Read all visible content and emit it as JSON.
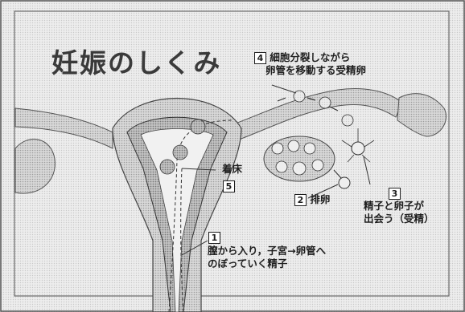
{
  "title": "妊娠のしくみ",
  "steps": [
    {
      "number": "1",
      "lines": [
        "膣から入り，子宮→卵管へ",
        "のぼっていく精子"
      ]
    },
    {
      "number": "2",
      "lines": [
        "排卵"
      ]
    },
    {
      "number": "3",
      "lines": [
        "精子と卵子が",
        "出会う（受精）"
      ]
    },
    {
      "number": "4",
      "lines": [
        "細胞分裂しながら",
        "卵管を移動する受精卵"
      ]
    },
    {
      "number": "5",
      "lines": [
        "着床"
      ]
    }
  ]
}
